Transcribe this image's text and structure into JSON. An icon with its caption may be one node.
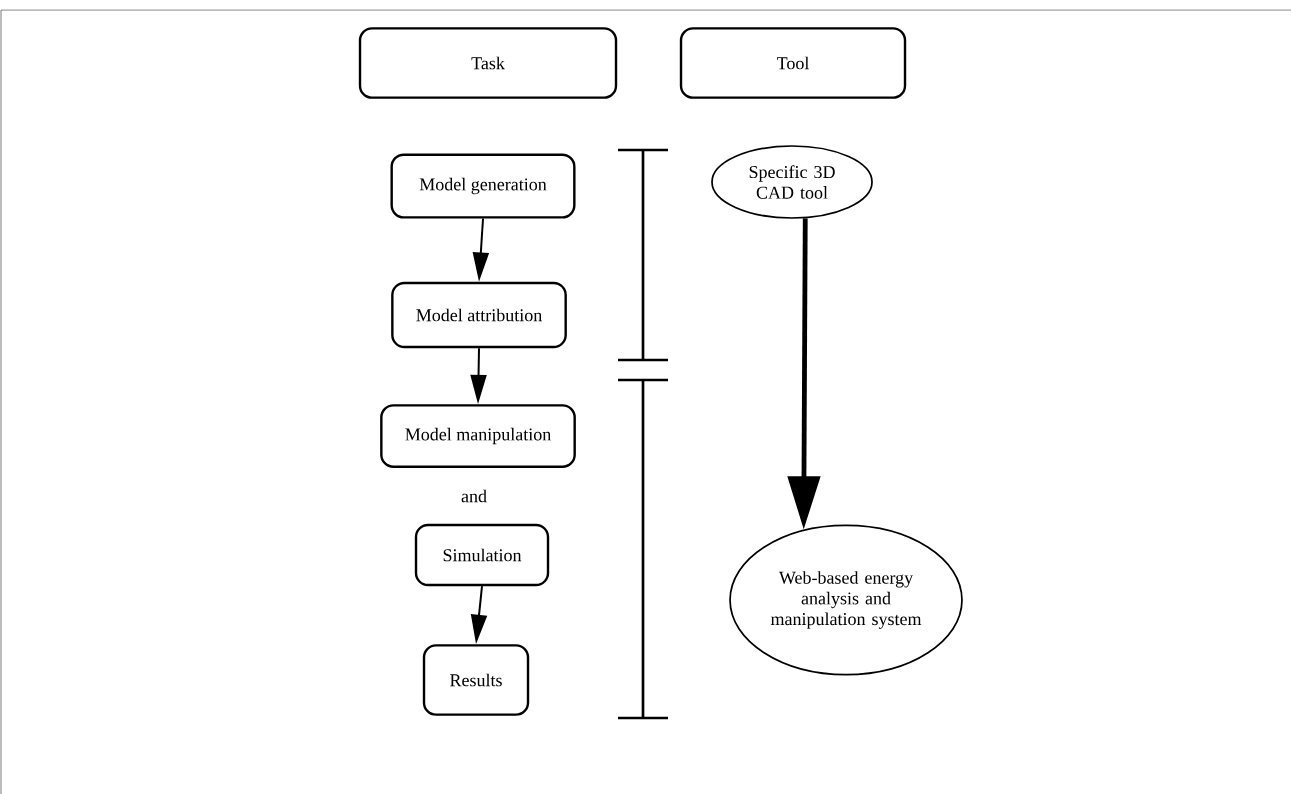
{
  "diagram": {
    "nodes": [
      {
        "text": [
          "Task"
        ]
      },
      {
        "text": [
          "Tool"
        ]
      },
      {
        "text": [
          "Model generation"
        ]
      },
      {
        "text": [
          "Model attribution"
        ]
      },
      {
        "text": [
          "Model manipulation"
        ]
      },
      {
        "text": [
          "Simulation"
        ]
      },
      {
        "text": [
          "Results"
        ]
      },
      {
        "text": [
          "Specific 3D CAD tool"
        ]
      },
      {
        "text": [
          "Web-based energy analysis and manipulation system"
        ]
      }
    ],
    "edges": [
      {
        "from": 2,
        "to": 3,
        "arrow": "to"
      },
      {
        "from": 3,
        "to": 4,
        "arrow": "to"
      },
      {
        "from": 5,
        "to": 6,
        "arrow": "to"
      },
      {
        "from": 7,
        "to": 8,
        "arrow": "to",
        "style": "thick"
      }
    ],
    "labels": [
      "and"
    ]
  }
}
